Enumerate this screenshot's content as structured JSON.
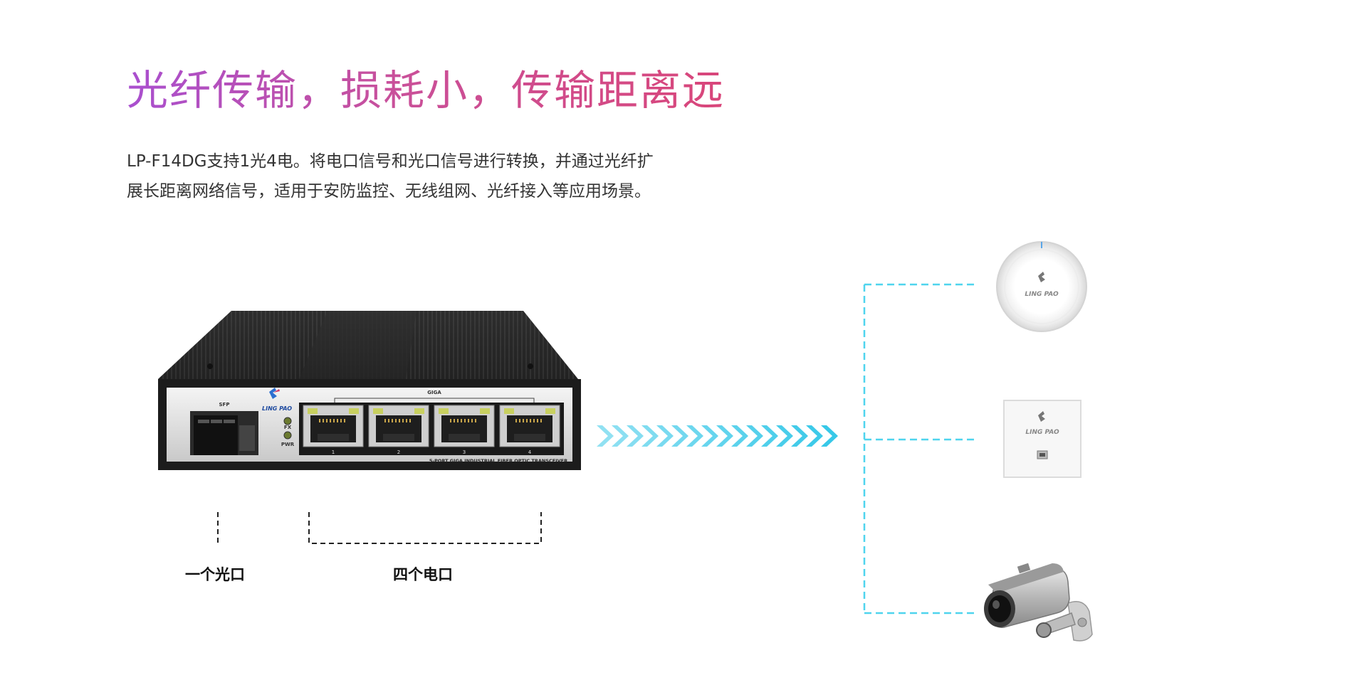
{
  "header": {
    "title": "光纤传输，损耗小，传输距离远",
    "description_line1": "LP-F14DG支持1光4电。将电口信号和光口信号进行转换，并通过光纤扩",
    "description_line2": "展长距离网络信号，适用于安防监控、无线组网、光纤接入等应用场景。"
  },
  "device": {
    "brand": "LING PAO",
    "sfp_label": "SFP",
    "giga_label": "GIGA",
    "fx_label": "FX",
    "pwr_label": "PWR",
    "port_numbers": [
      "1",
      "2",
      "3",
      "4"
    ],
    "model_text": "5-PORT GIGA INDUSTRIAL FIBER OPTIC TRANSCEIVER"
  },
  "labels": {
    "fiber_port": "一个光口",
    "electric_ports": "四个电口"
  },
  "endpoints": {
    "ap_brand": "LING PAO",
    "panel_brand": "LING PAO"
  },
  "colors": {
    "title_gradient_start": "#a94fcf",
    "title_gradient_end": "#d9467a",
    "arrow": "#37c8e8",
    "dashed_line": "#4fd4ee"
  }
}
